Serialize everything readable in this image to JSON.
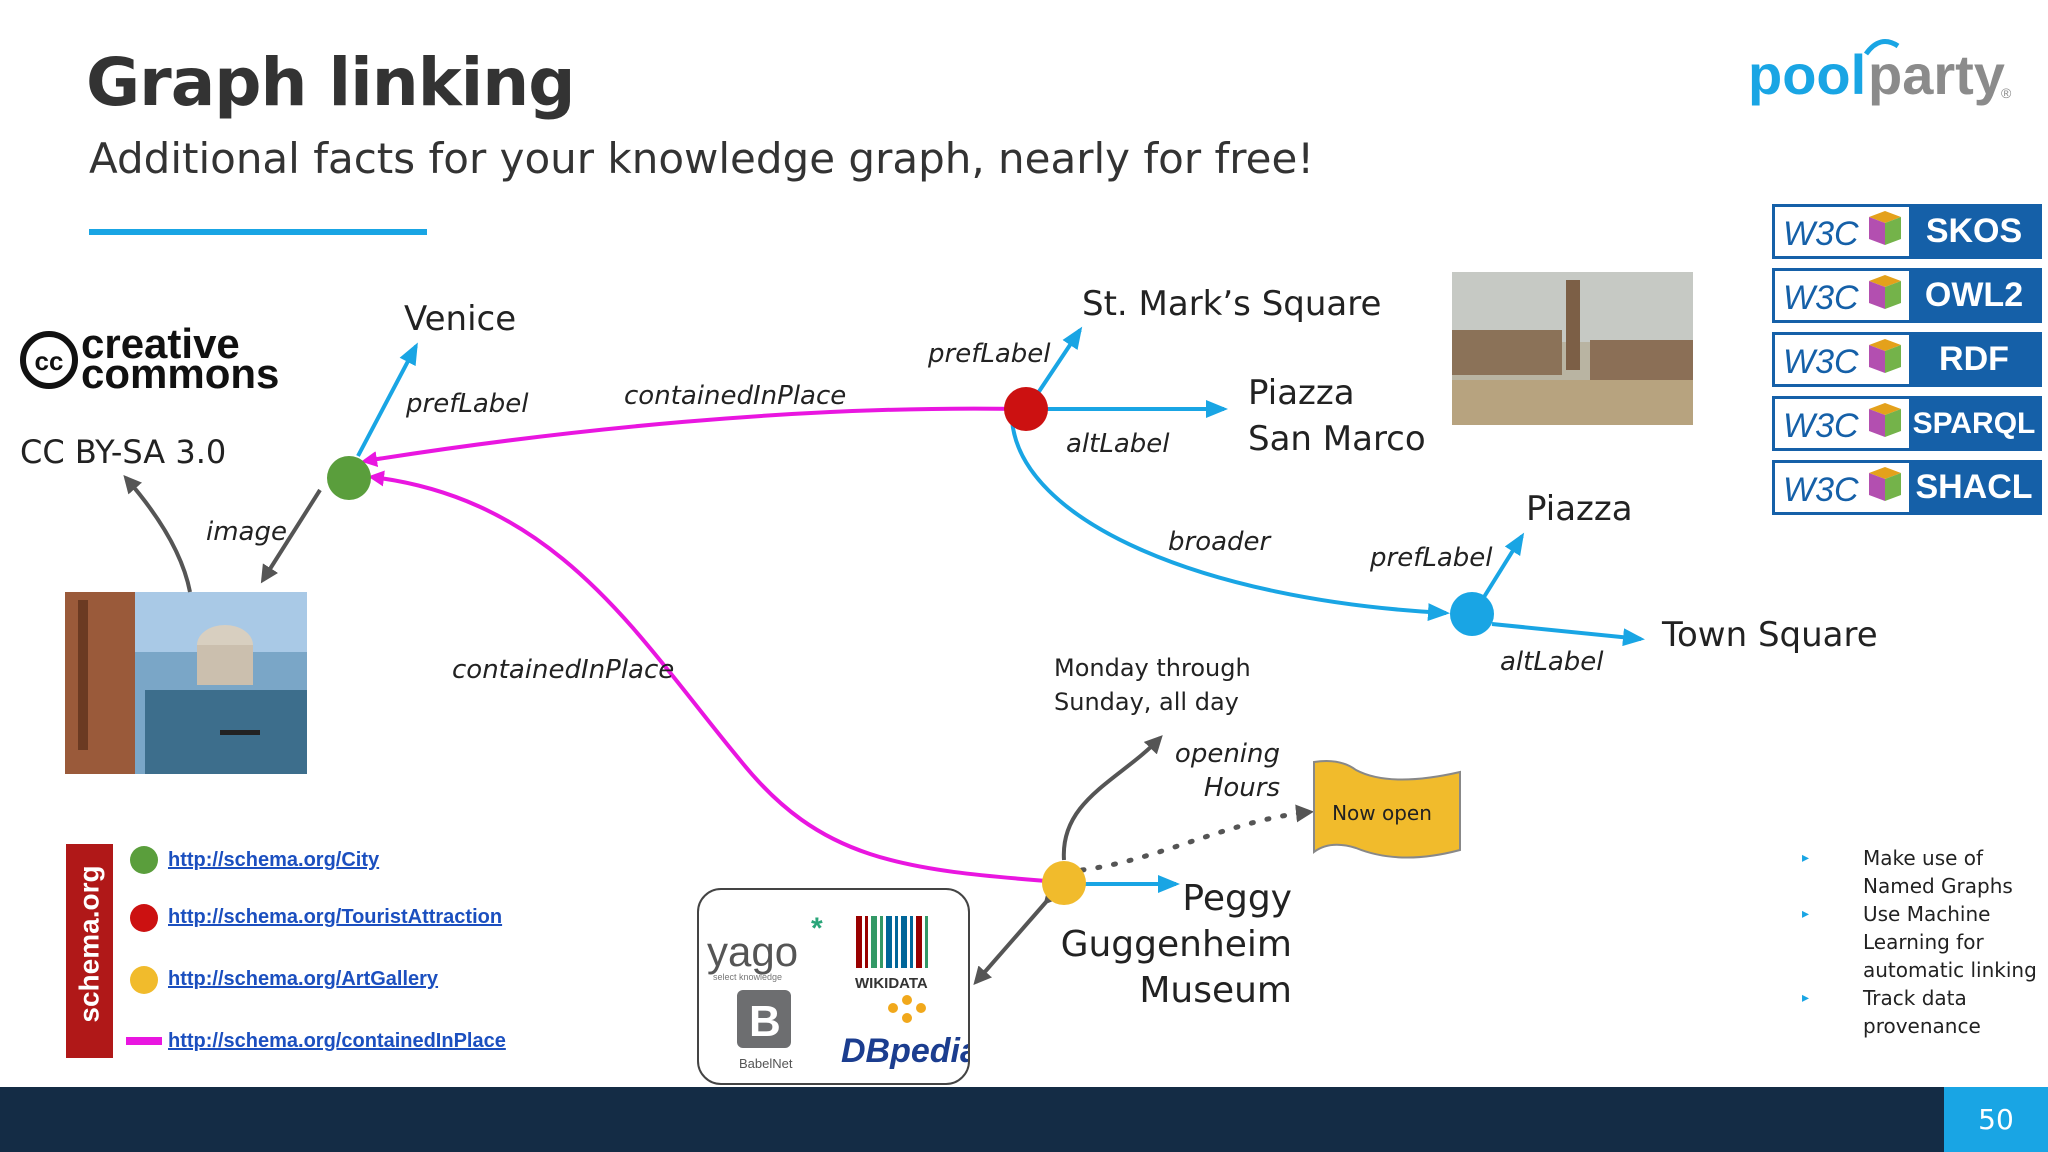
{
  "slide": {
    "title": "Graph linking",
    "subtitle": "Additional facts for your knowledge graph, nearly for free!",
    "page_number": "50"
  },
  "logo": {
    "text_part1": "pool",
    "text_part2": "party",
    "mark": "®"
  },
  "standards": [
    {
      "mark": "W3C",
      "label": "SKOS"
    },
    {
      "mark": "W3C",
      "label": "OWL2"
    },
    {
      "mark": "W3C",
      "label": "RDF"
    },
    {
      "mark": "W3C",
      "label": "SPARQL"
    },
    {
      "mark": "W3C",
      "label": "SHACL"
    }
  ],
  "nodes": {
    "venice": "Venice",
    "cc_license": "CC BY-SA 3.0",
    "st_marks": "St. Mark’s Square",
    "piazza_san_marco_1": "Piazza",
    "piazza_san_marco_2": "San Marco",
    "piazza": "Piazza",
    "town_square": "Town Square",
    "hours_1": "Monday through",
    "hours_2": "Sunday, all day",
    "now_open": "Now open",
    "peggy_1": "Peggy",
    "peggy_2": "Guggenheim",
    "peggy_3": "Museum"
  },
  "edges": {
    "prefLabel_venice": "prefLabel",
    "image": "image",
    "containedInPlace_top": "containedInPlace",
    "containedInPlace_bottom": "containedInPlace",
    "prefLabel_stmarks": "prefLabel",
    "altLabel_stmarks": "altLabel",
    "broader": "broader",
    "prefLabel_piazza": "prefLabel",
    "altLabel_piazza": "altLabel",
    "opening_1": "opening",
    "opening_2": "Hours"
  },
  "creative_commons": {
    "line1": "creative",
    "line2": "commons",
    "badge": "cc"
  },
  "legend": {
    "bar_label": "schema.org",
    "items": [
      {
        "color": "#5a9e3c",
        "url": "http://schema.org/City"
      },
      {
        "color": "#cc1111",
        "url": "http://schema.org/TouristAttraction"
      },
      {
        "color": "#f1bb2c",
        "url": "http://schema.org/ArtGallery"
      },
      {
        "color": "#e916e0",
        "url": "http://schema.org/containedInPlace"
      }
    ]
  },
  "sources": {
    "yago": "yago",
    "yago_sub": "select knowledge",
    "wikidata": "WIKIDATA",
    "babelnet": "BabelNet",
    "dbpedia": "DBpedia"
  },
  "bullets": [
    {
      "text": "Make use of Named Graphs"
    },
    {
      "text": "Use Machine Learning for automatic linking"
    },
    {
      "text": "Track data provenance"
    }
  ],
  "colors": {
    "accent": "#19a5e4",
    "magenta": "#e916e0",
    "city": "#5a9e3c",
    "attraction": "#cc1111",
    "gallery": "#f1bb2c",
    "concept": "#19a5e4",
    "footer": "#142c45"
  }
}
